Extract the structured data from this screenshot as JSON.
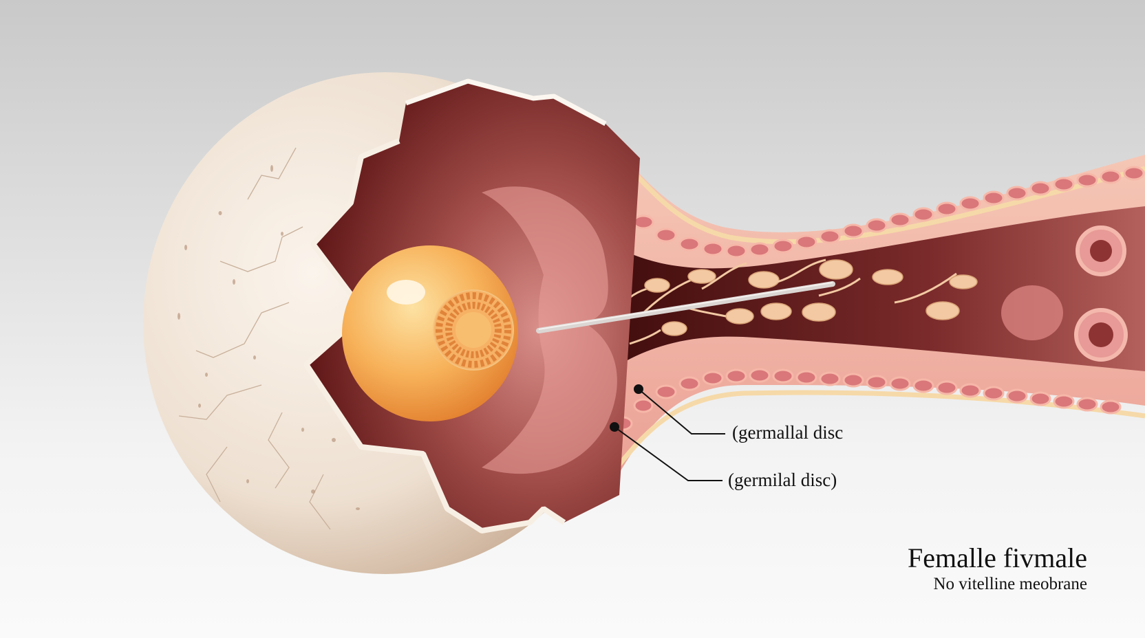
{
  "diagram": {
    "subject": "cutaway egg with yolk and oviduct containing sperm cells",
    "labels": [
      {
        "text": "(germallal disc",
        "pointer_dot": [
          928,
          566
        ],
        "elbow": [
          1005,
          631
        ],
        "end": [
          1054,
          631
        ]
      },
      {
        "text": "(germilal disc)",
        "pointer_dot": [
          893,
          621
        ],
        "elbow": [
          1000,
          699
        ],
        "end": [
          1050,
          699
        ]
      }
    ],
    "caption": {
      "title": "Femalle fivmale",
      "subtitle": "No vitelline meobrane"
    },
    "parts": [
      {
        "name": "eggshell",
        "color": "#efe3d6"
      },
      {
        "name": "shell-interior",
        "color": "#6e1e1e"
      },
      {
        "name": "yolk",
        "color": "#f4a94a"
      },
      {
        "name": "germinal-disc",
        "color": "#e0843a"
      },
      {
        "name": "oviduct-wall",
        "color": "#f1b3a6"
      },
      {
        "name": "oviduct-lumen",
        "color": "#5a1717"
      },
      {
        "name": "sperm-cells",
        "color": "#f2c9a3"
      },
      {
        "name": "needle-pointer",
        "color": "#d9d5d2"
      }
    ],
    "colors": {
      "background_top": "#c9c9c9",
      "background_bottom": "#fafafa",
      "label_text": "#111111",
      "leader_line": "#111111"
    }
  }
}
